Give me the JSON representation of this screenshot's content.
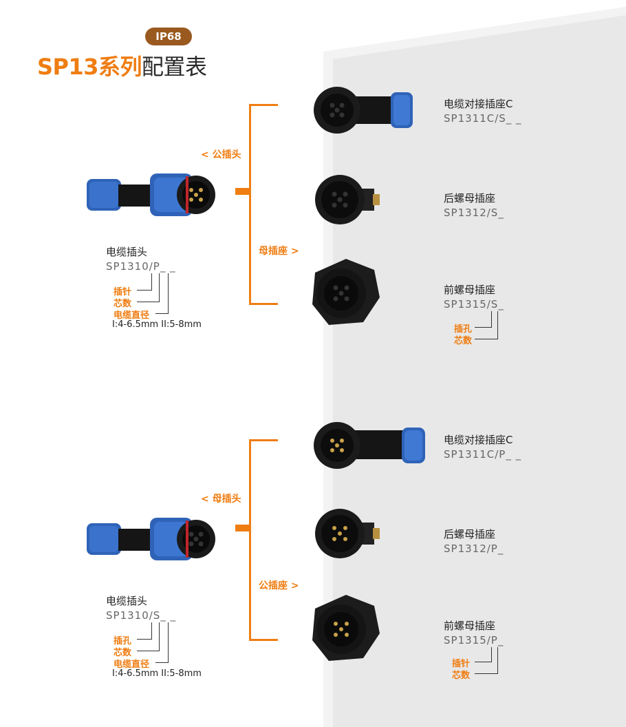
{
  "header": {
    "badge": "IP68",
    "title_orange": "SP13系列",
    "title_dark": "配置表"
  },
  "group1": {
    "plug": {
      "name": "电缆插头",
      "code": "SP1310/P_ _",
      "label1": "插针",
      "label2": "芯数",
      "label3": "电缆直径",
      "dims": "I:4-6.5mm II:5-8mm"
    },
    "branch_top": "< 公插头",
    "branch_bottom": "母插座 >",
    "items": [
      {
        "name": "电缆对接插座C",
        "code": "SP1311C/S_ _"
      },
      {
        "name": "后螺母插座",
        "code": "SP1312/S_"
      },
      {
        "name": "前螺母插座",
        "code": "SP1315/S_",
        "label1": "插孔",
        "label2": "芯数"
      }
    ]
  },
  "group2": {
    "plug": {
      "name": "电缆插头",
      "code": "SP1310/S_ _",
      "label1": "插孔",
      "label2": "芯数",
      "label3": "电缆直径",
      "dims": "I:4-6.5mm II:5-8mm"
    },
    "branch_top": "< 母插头",
    "branch_bottom": "公插座 >",
    "items": [
      {
        "name": "电缆对接插座C",
        "code": "SP1311C/P_ _"
      },
      {
        "name": "后螺母插座",
        "code": "SP1312/P_"
      },
      {
        "name": "前螺母插座",
        "code": "SP1315/P_",
        "label1": "插针",
        "label2": "芯数"
      }
    ]
  },
  "colors": {
    "accent": "#ef7d12",
    "badge": "#9a5a1f",
    "panel": "#ececec",
    "connector_blue": "#2f63b8"
  }
}
